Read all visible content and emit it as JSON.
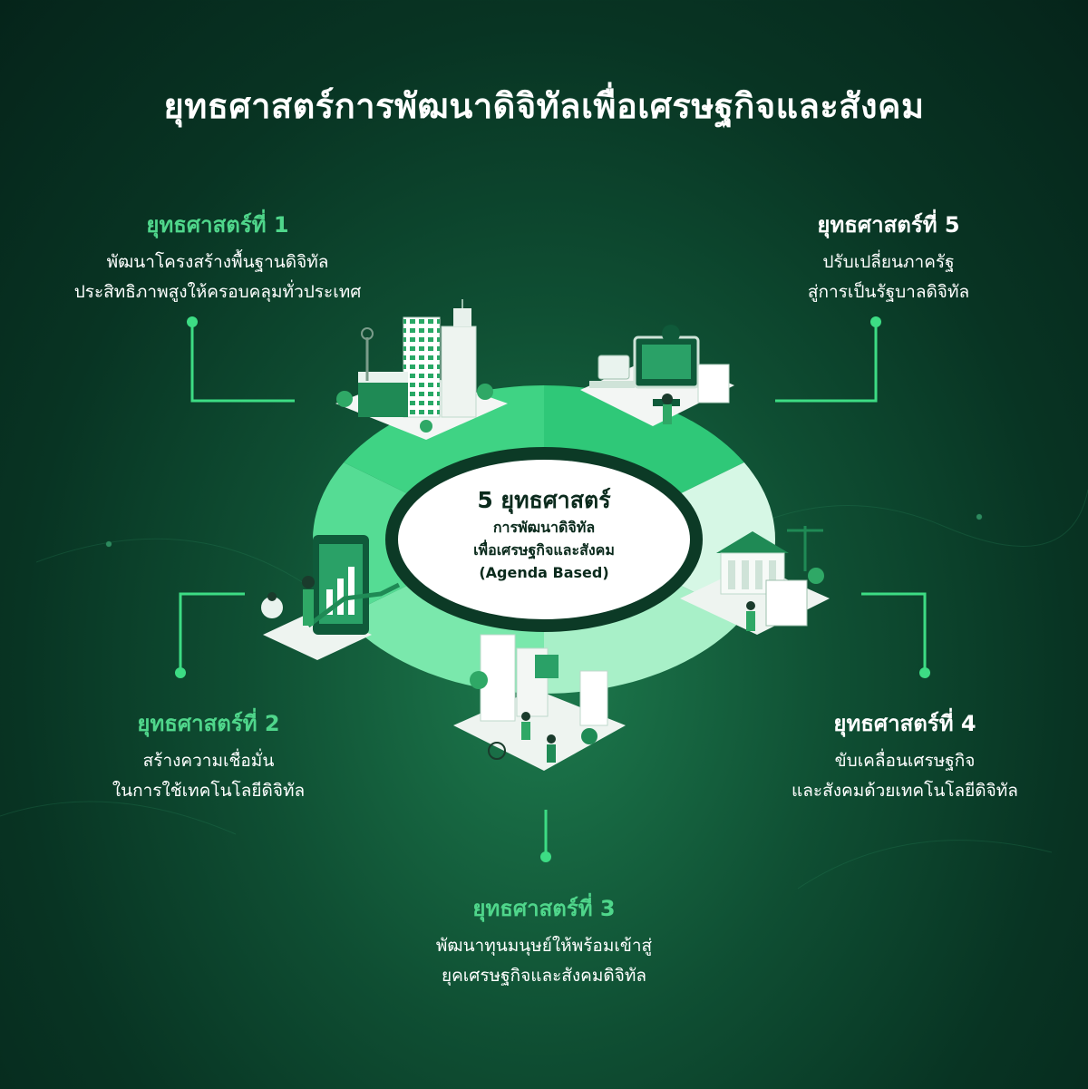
{
  "title": "ยุทธศาสตร์การพัฒนาดิจิทัลเพื่อเศรษฐกิจและสังคม",
  "center": {
    "heading": "5 ยุทธศาสตร์",
    "line1": "การพัฒนาดิจิทัล",
    "line2": "เพื่อเศรษฐกิจและสังคม",
    "line3": "(Agenda Based)"
  },
  "strategies": [
    {
      "heading": "ยุทธศาสตร์ที่ 1",
      "line1": "พัฒนาโครงสร้างพื้นฐานดิจิทัล",
      "line2": "ประสิทธิภาพสูงให้ครอบคลุมทั่วประเทศ"
    },
    {
      "heading": "ยุทธศาสตร์ที่ 2",
      "line1": "สร้างความเชื่อมั่น",
      "line2": "ในการใช้เทคโนโลยีดิจิทัล"
    },
    {
      "heading": "ยุทธศาสตร์ที่ 3",
      "line1": "พัฒนาทุนมนุษย์ให้พร้อมเข้าสู่",
      "line2": "ยุคเศรษฐกิจและสังคมดิจิทัล"
    },
    {
      "heading": "ยุทธศาสตร์ที่ 4",
      "line1": "ขับเคลื่อนเศรษฐกิจ",
      "line2": "และสังคมด้วยเทคโนโลยีดิจิทัล"
    },
    {
      "heading": "ยุทธศาสตร์ที่ 5",
      "line1": "ปรับเปลี่ยนภาครัฐ",
      "line2": "สู่การเป็นรัฐบาลดิจิทัล"
    }
  ],
  "colors": {
    "accent_green": "#4fd68b",
    "connector": "#3ddc84",
    "ring_segments": [
      "#2fc878",
      "#3fd384",
      "#55dc94",
      "#7ae8ac",
      "#a8f0c8",
      "#d6f7e5"
    ]
  }
}
